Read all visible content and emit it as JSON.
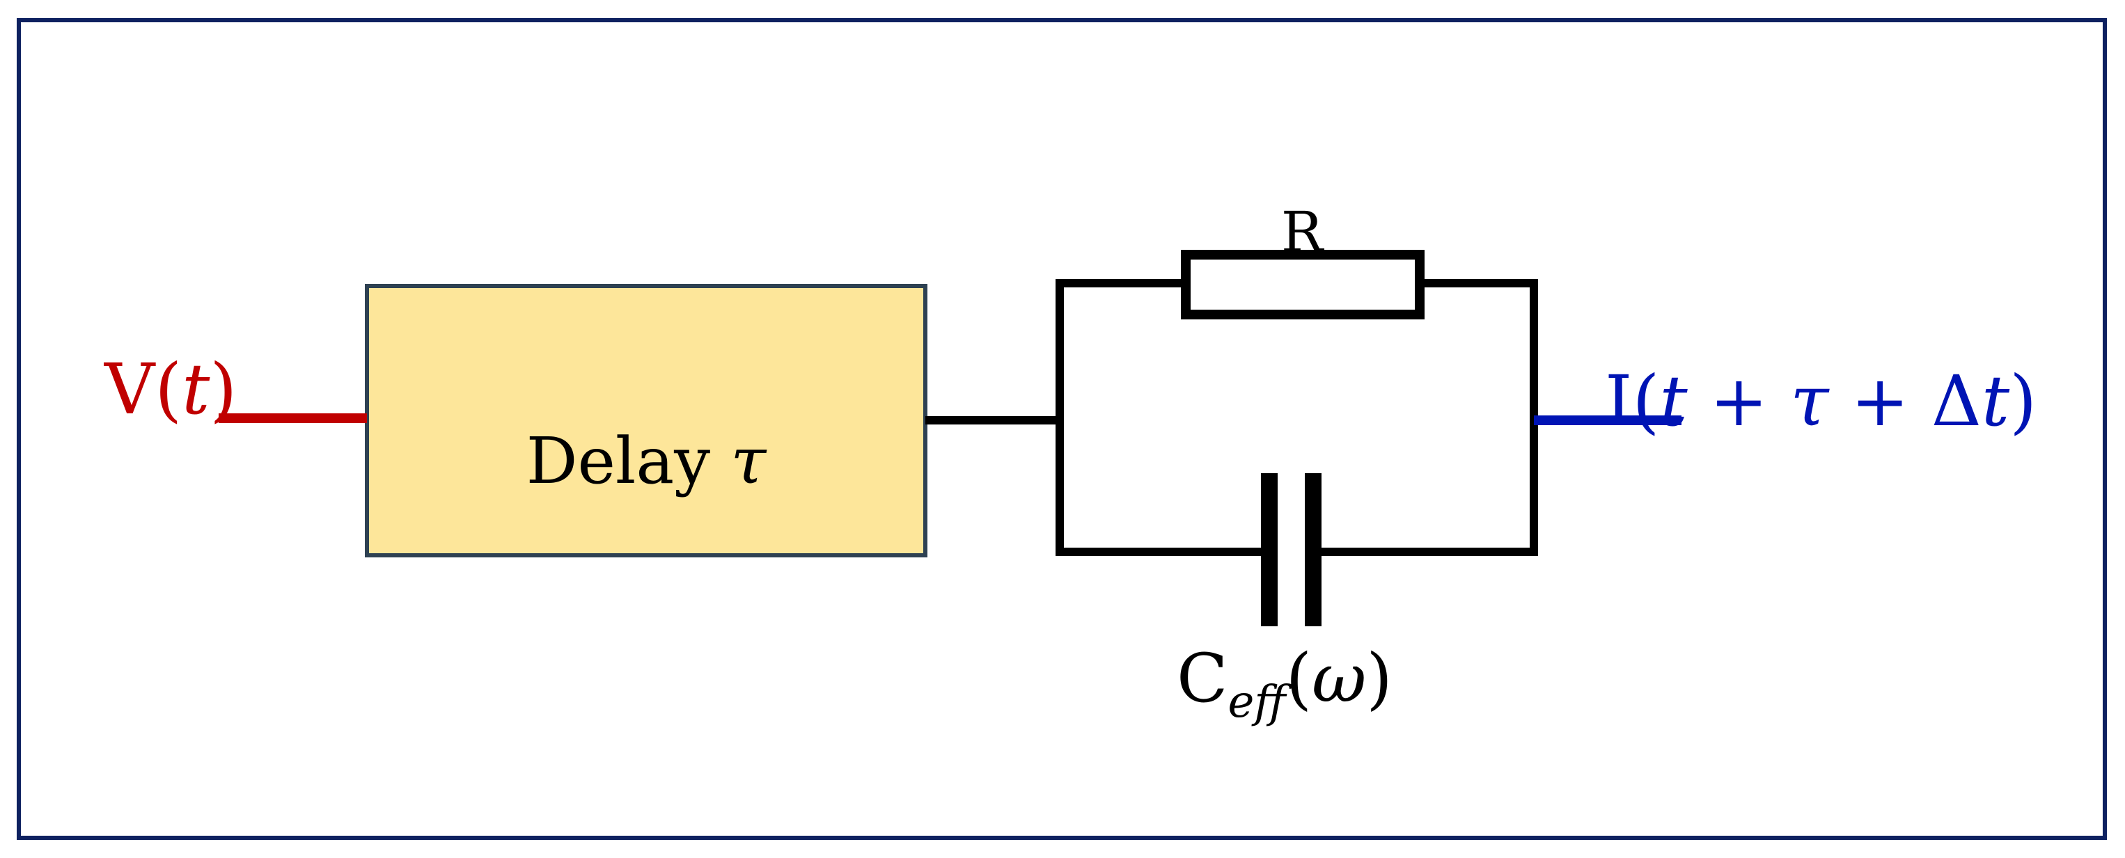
{
  "colors": {
    "frame": "#0e2160",
    "wire": "#000000",
    "input": "#c00000",
    "output": "#0014b4",
    "delay_fill": "#fde69a",
    "delay_border": "#2e4152"
  },
  "input_signal": {
    "name": "V",
    "open_paren": "(",
    "variable": "t",
    "close_paren": ")"
  },
  "delay_block": {
    "label": "Delay ",
    "symbol": "τ"
  },
  "resistor": {
    "label": "R"
  },
  "capacitor": {
    "base": "C",
    "subscript": "eff",
    "open_paren": "(",
    "variable": "ω",
    "close_paren": ")"
  },
  "output_signal": {
    "name": "I",
    "open_paren": "(",
    "t": "t",
    "plus1": " + ",
    "tau": "τ",
    "plus2": " + ",
    "delta": "Δ",
    "t2": "t",
    "close_paren": ")"
  }
}
